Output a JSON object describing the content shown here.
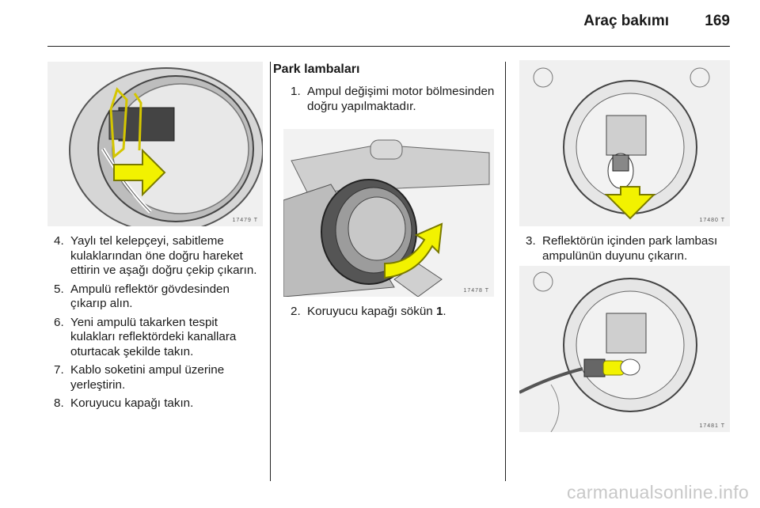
{
  "header": {
    "section_title": "Araç bakımı",
    "page_number": "169"
  },
  "left_column": {
    "figure_label": "17479 T",
    "steps": [
      {
        "num": "4.",
        "text": "Yaylı tel kelepçeyi, sabitleme kulaklarından öne doğru hareket ettirin ve aşağı doğru çekip çıkarın."
      },
      {
        "num": "5.",
        "text": "Ampulü reflektör gövdesinden çıkarıp alın."
      },
      {
        "num": "6.",
        "text": "Yeni ampulü takarken tespit kulakları reflektördeki kanallara oturtacak şekilde takın."
      },
      {
        "num": "7.",
        "text": "Kablo soketini ampul üzerine yerleştirin."
      },
      {
        "num": "8.",
        "text": "Koruyucu kapağı takın."
      }
    ]
  },
  "middle_column": {
    "heading": "Park lambaları",
    "step1": {
      "num": "1.",
      "text": "Ampul değişimi motor bölmesinden doğru yapılmaktadır."
    },
    "figure_label": "17478 T",
    "step2": {
      "num": "2.",
      "text_before": "Koruyucu kapağı sökün ",
      "bold": "1",
      "text_after": "."
    }
  },
  "right_column": {
    "figure_top_label": "17480 T",
    "step3": {
      "num": "3.",
      "text": "Reflektörün içinden park lambası ampulünün duyunu çıkarın."
    },
    "figure_bottom_label": "17481 T"
  },
  "footer": {
    "watermark": "carmanualsonline.info"
  },
  "colors": {
    "arrow": "#f2f200",
    "arrow_stroke": "#7a7a00"
  }
}
